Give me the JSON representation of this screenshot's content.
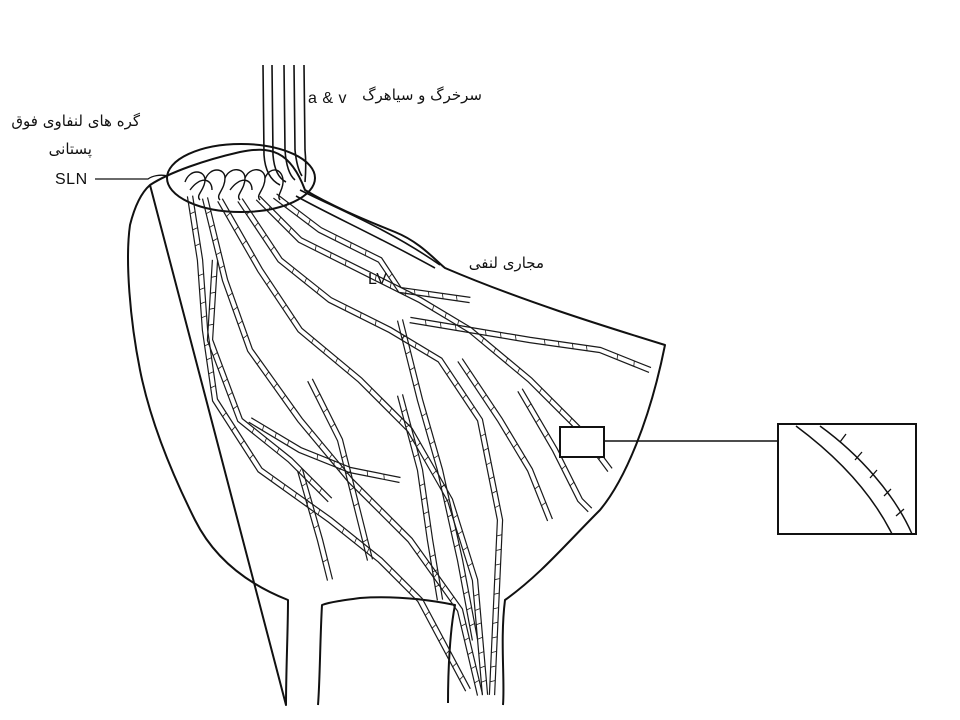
{
  "labels": {
    "artery_vein_fa": "سرخرگ و سیاهرگ",
    "artery_vein_en": "a & v",
    "node_fa_line1": "گره های لنفاوی فوق",
    "node_fa_line2": "پستانی",
    "node_en": "SLN",
    "lymph_vessels_fa": "مجاری لنفی",
    "lymph_vessels_en": "LV"
  },
  "colors": {
    "line": "#1a1a1a",
    "outline": "#111111",
    "background": "#ffffff"
  }
}
